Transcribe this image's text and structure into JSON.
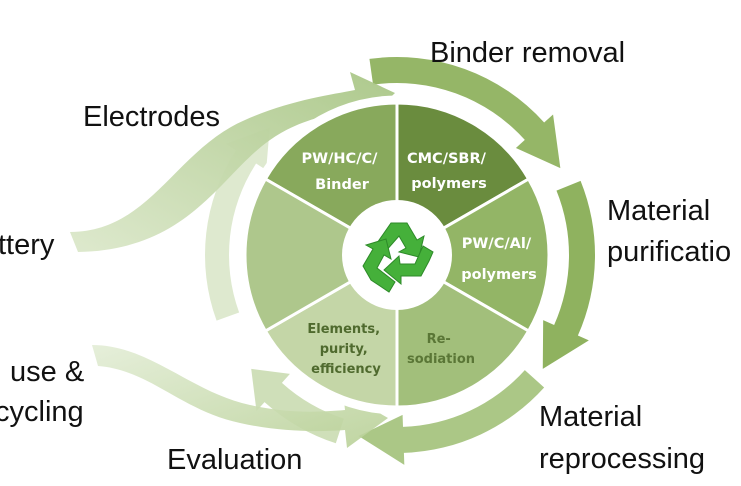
{
  "outer_labels": {
    "binder_removal": "Binder removal",
    "material_purification_line1": "Material",
    "material_purification_line2": "purificatio",
    "material_reprocessing_line1": "Material",
    "material_reprocessing_line2": "reprocessing",
    "evaluation": "Evaluation",
    "reuse_line1": "use &",
    "reuse_line2": "cycling",
    "battery": "ttery",
    "electrodes": "Electrodes"
  },
  "segments": {
    "top_left": [
      "PW/HC/C/",
      "Binder"
    ],
    "top_right": [
      "CMC/SBR/",
      "polymers"
    ],
    "right": [
      "PW/C/Al/",
      "polymers"
    ],
    "bottom_right": [
      "Re-",
      "sodiation"
    ],
    "bottom_left": [
      "Elements,",
      "purity,",
      "efficiency"
    ],
    "left": []
  },
  "center_icon": "recycle-icon",
  "colors": {
    "seg_top_left": "#88a95c",
    "seg_top_right": "#6a8c3e",
    "seg_right": "#93b566",
    "seg_bottom_right": "#a2bf7b",
    "seg_bottom_left": "#c4d6a7",
    "seg_left": "#aec78c",
    "arrow_dark": "#8fb25f",
    "arrow_light": "#c7d9ad",
    "recycle_green": "#3fae35"
  }
}
